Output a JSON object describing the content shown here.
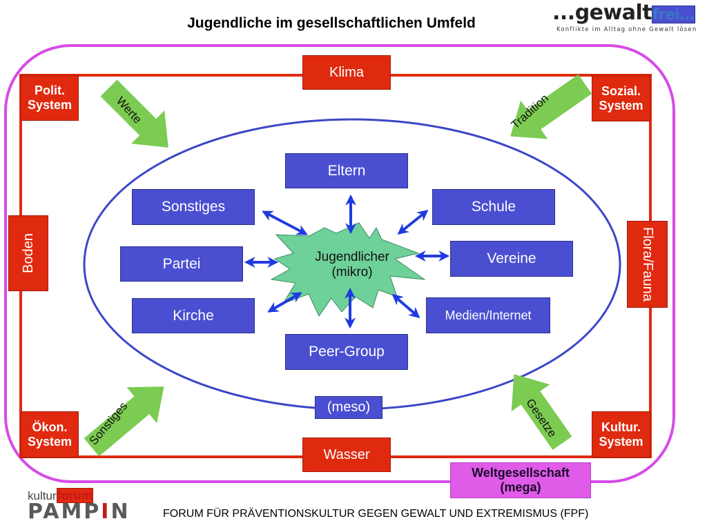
{
  "title": "Jugendliche im gesellschaftlichen Umfeld",
  "logo_top": {
    "dark": "...gewalt",
    "blue": "frei...",
    "tagline": "Konflikte im Alltag ohne Gewalt lösen"
  },
  "logo_bottom": {
    "small_dark": "kultur",
    "small_red": "forum",
    "big_a": "PAMP",
    "big_i": "I",
    "big_b": "N"
  },
  "footer": "FORUM FÜR PRÄVENTIONSKULTUR GEGEN GEWALT UND EXTREMISMUS (FPF)",
  "colors": {
    "red": "#e02a10",
    "blue": "#4a4fd1",
    "green_arrow": "#7ccb52",
    "star": "#6fd19a",
    "magenta": "#d64be6"
  },
  "mega": {
    "label_line1": "Weltgesellschaft",
    "label_line2": "(mega)"
  },
  "macro": {
    "corners": [
      {
        "id": "polit",
        "line1": "Polit.",
        "line2": "System"
      },
      {
        "id": "sozial",
        "line1": "Sozial.",
        "line2": "System"
      },
      {
        "id": "oekon",
        "line1": "Ökon.",
        "line2": "System"
      },
      {
        "id": "kultur",
        "line1": "Kultur.",
        "line2": "System"
      }
    ],
    "sides": {
      "top": "Klima",
      "bottom": "Wasser",
      "left": "Boden",
      "right": "Flora/Fauna"
    }
  },
  "influences": {
    "top_left": "Werte",
    "top_right": "Tradition",
    "bottom_left": "Sonstiges",
    "bottom_right": "Gesetze"
  },
  "meso": {
    "label": "(meso)",
    "nodes": {
      "eltern": "Eltern",
      "sonstiges": "Sonstiges",
      "schule": "Schule",
      "partei": "Partei",
      "vereine": "Vereine",
      "kirche": "Kirche",
      "medien": "Medien/Internet",
      "peer": "Peer-Group"
    }
  },
  "center": {
    "line1": "Jugendlicher",
    "line2": "(mikro)"
  }
}
